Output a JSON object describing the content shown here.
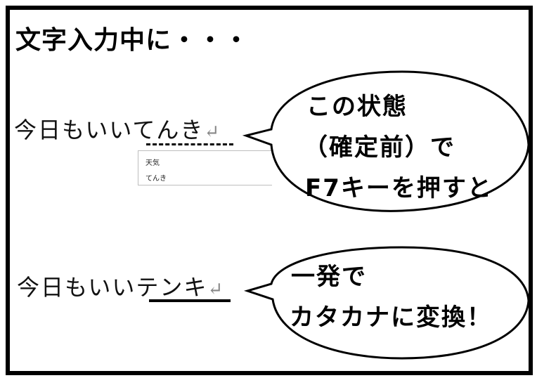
{
  "title": "文字入力中に・・・",
  "before": {
    "text": "今日もいいてんき",
    "return_mark": "↵",
    "candidates": [
      "天気",
      "てんき"
    ]
  },
  "after": {
    "text": "今日もいいテンキ",
    "return_mark": "↵"
  },
  "bubble1": {
    "lines": [
      "この状態",
      "（確定前）で",
      "F7キーを押すと"
    ]
  },
  "bubble2": {
    "lines": [
      "一発で",
      "カタカナに変換！"
    ]
  }
}
